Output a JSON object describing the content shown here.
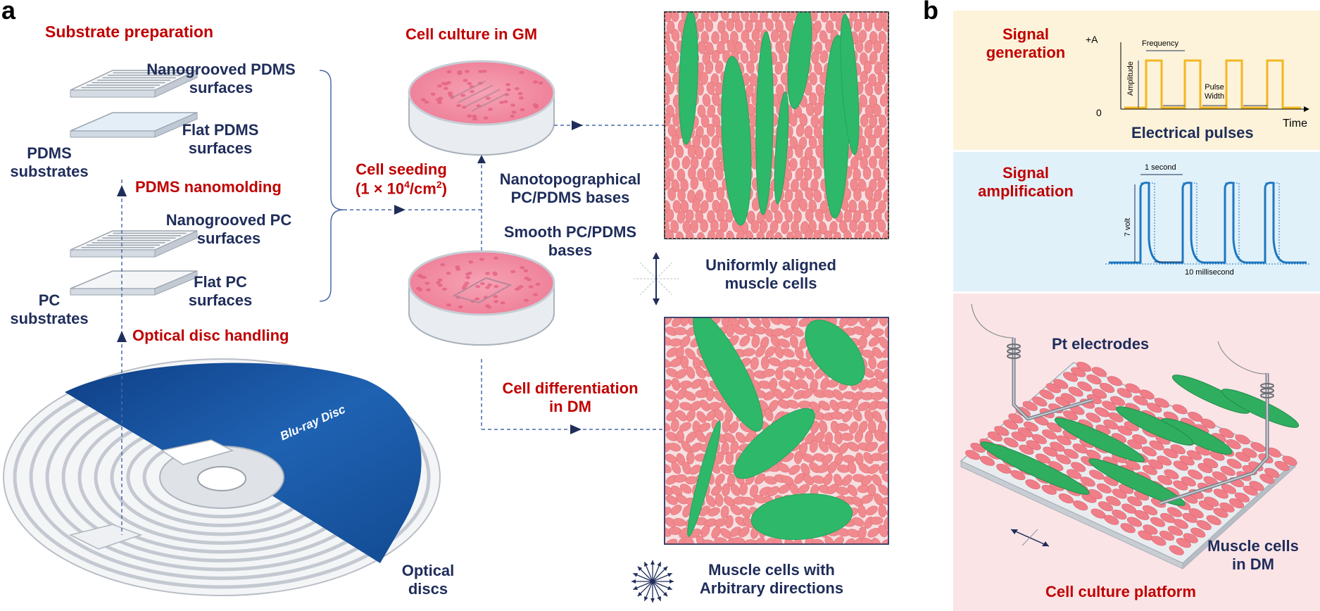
{
  "panel_a": {
    "letter": "a",
    "substrate_preparation": "Substrate preparation",
    "nanogrooved_pdms": [
      "Nanogrooved PDMS",
      "surfaces"
    ],
    "flat_pdms": [
      "Flat PDMS",
      "surfaces"
    ],
    "pdms_substrates": [
      "PDMS",
      "substrates"
    ],
    "pdms_nanomolding": "PDMS nanomolding",
    "nanogrooved_pc": [
      "Nanogrooved PC",
      "surfaces"
    ],
    "flat_pc": [
      "Flat PC",
      "surfaces"
    ],
    "pc_substrates": [
      "PC",
      "substrates"
    ],
    "optical_disc_handling": "Optical disc handling",
    "optical_discs": [
      "Optical",
      "discs"
    ],
    "disc_logo": "Blu-ray Disc",
    "cell_culture_gm": "Cell culture in GM",
    "cell_seeding": "Cell seeding",
    "cell_seeding_density_prefix": "(1 × 10",
    "cell_seeding_density_exp": "4",
    "cell_seeding_density_mid": "/cm",
    "cell_seeding_density_exp2": "2",
    "cell_seeding_density_suffix": ")",
    "nanotopo_bases": [
      "Nanotopographical",
      "PC/PDMS bases"
    ],
    "smooth_bases": [
      "Smooth PC/PDMS",
      "bases"
    ],
    "uniform_aligned": [
      "Uniformly aligned",
      "muscle cells"
    ],
    "cell_differentiation": [
      "Cell differentiation",
      "in DM"
    ],
    "arbitrary": [
      "Muscle cells with",
      "Arbitrary directions"
    ]
  },
  "panel_b": {
    "letter": "b",
    "signal_generation": [
      "Signal",
      "generation"
    ],
    "signal_amplification": [
      "Signal",
      "amplification"
    ],
    "axis_plus_a": "+A",
    "axis_zero": "0",
    "frequency": "Frequency",
    "amplitude": "Amplitude",
    "pulse_width": [
      "Pulse",
      "Width"
    ],
    "time": "Time",
    "electrical_pulses": "Electrical pulses",
    "one_second": "1 second",
    "seven_volt": "7 volt",
    "ten_ms": "10 millisecond",
    "pt_electrodes": "Pt electrodes",
    "muscle_cells_dm": [
      "Muscle cells",
      "in DM"
    ],
    "platform": "Cell culture platform"
  },
  "colors": {
    "red_label": "#c00000",
    "navy_label": "#1f2d5a",
    "cell_pink": "#f08a8e",
    "myotube_green": "#2eb86a",
    "panel_yellow": "#fdf3da",
    "panel_blue": "#e1f1fa",
    "panel_pink": "#fbe4e6",
    "pulse_yellow": "#f2b722",
    "pulse_blue": "#1f78c0",
    "disc_blue": "#1b5aa6"
  }
}
